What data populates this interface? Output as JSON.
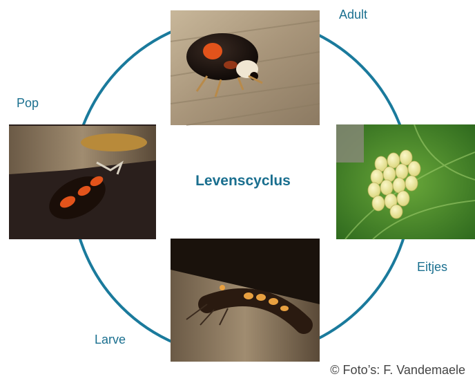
{
  "diagram": {
    "title": "Levenscyclus",
    "stages": {
      "adult": "Adult",
      "eggs": "Eitjes",
      "larva": "Larve",
      "pupa": "Pop"
    },
    "credit": "© Foto’s: F. Vandemaele"
  },
  "colors": {
    "cycle": "#1a7a9c",
    "text": "#1a6f8f",
    "credit": "#444444"
  }
}
